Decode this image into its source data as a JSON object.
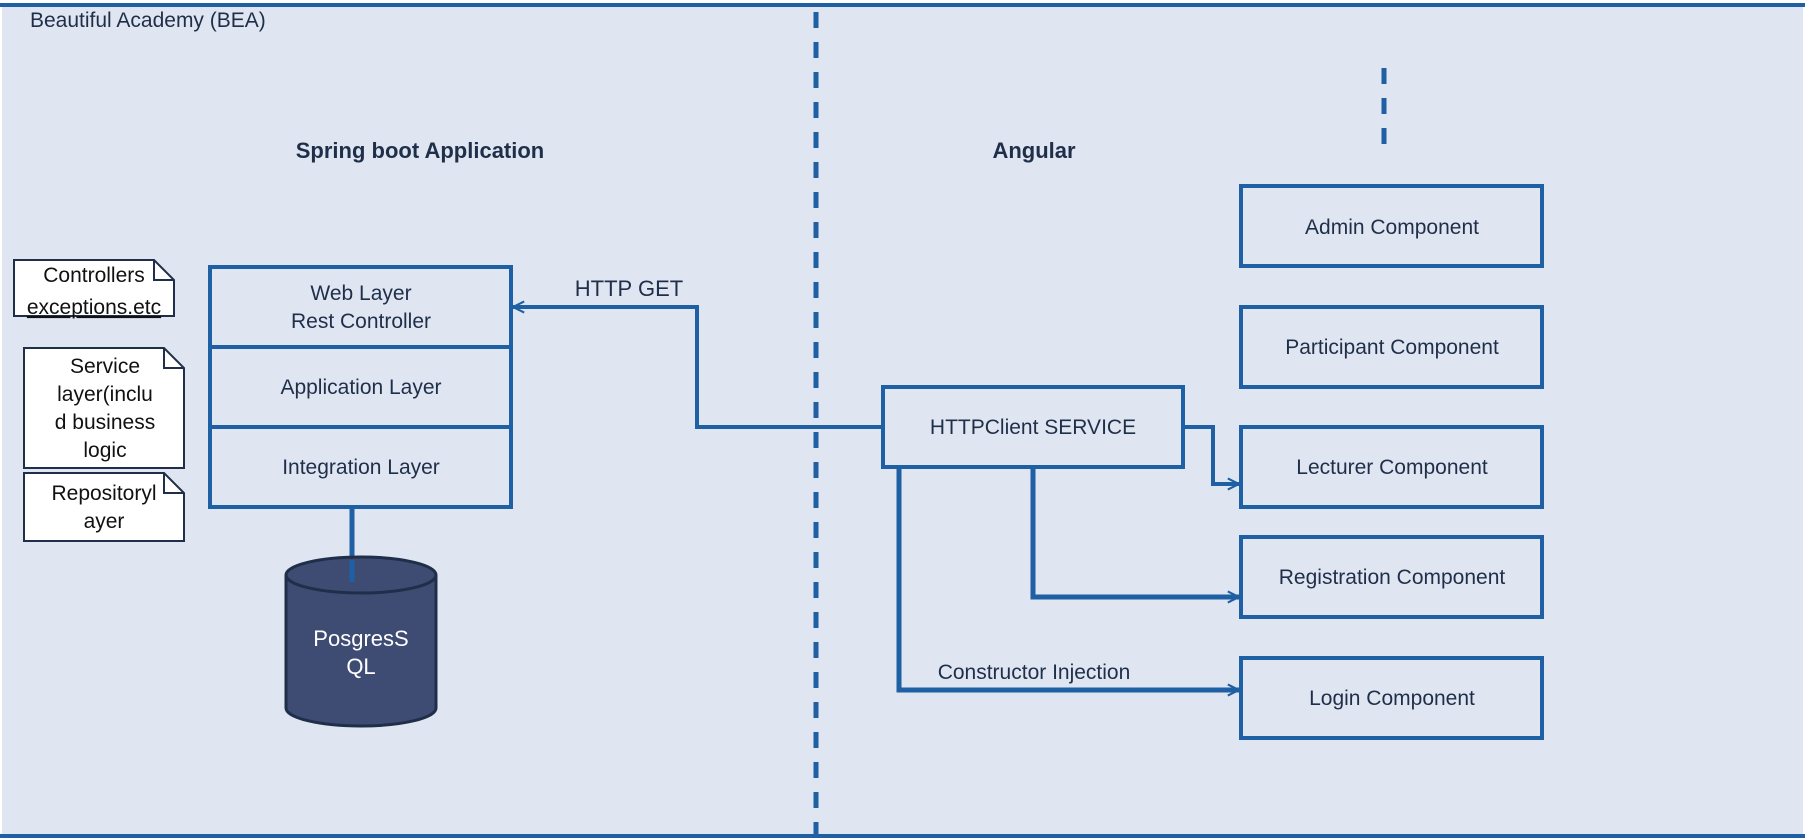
{
  "frame": {
    "title": "Beautiful Academy (BEA)"
  },
  "headings": {
    "backend": "Spring boot Application",
    "frontend": "Angular"
  },
  "notes": {
    "controllers": [
      "Controllers",
      "exceptions.etc"
    ],
    "service": [
      "Service",
      "layer(inclu",
      "d business",
      "logic"
    ],
    "repository": [
      "Repositoryl",
      "ayer"
    ]
  },
  "layers": {
    "web": [
      "Web Layer",
      "Rest Controller"
    ],
    "application": "Application Layer",
    "integration": "Integration Layer"
  },
  "database": {
    "label": [
      "PosgresS",
      "QL"
    ]
  },
  "service_box": {
    "label": "HTTPClient SERVICE"
  },
  "components": {
    "admin": "Admin Component",
    "participant": "Participant Component",
    "lecturer": "Lecturer Component",
    "registration": "Registration Component",
    "login": "Login Component"
  },
  "edges": {
    "http_get": "HTTP GET",
    "constructor_injection": "Constructor Injection"
  },
  "colors": {
    "background": "#dfe6f1",
    "line": "#1f5fa3",
    "text": "#1f2f4a",
    "database_fill": "#3e4c74",
    "database_text": "#ffffff",
    "note_fill": "#ffffff"
  }
}
